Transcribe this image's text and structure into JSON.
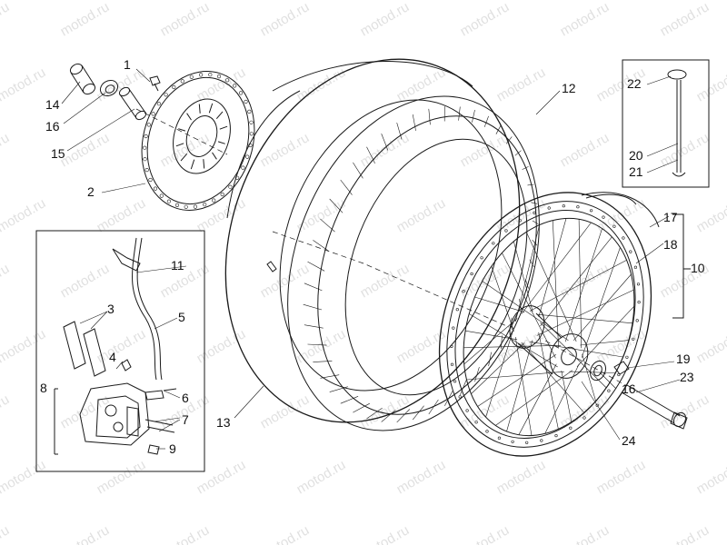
{
  "watermark": "motod.ru",
  "callouts": [
    {
      "id": "c1",
      "text": "1"
    },
    {
      "id": "c2",
      "text": "2"
    },
    {
      "id": "c3",
      "text": "3"
    },
    {
      "id": "c4",
      "text": "4"
    },
    {
      "id": "c5",
      "text": "5"
    },
    {
      "id": "c6",
      "text": "6"
    },
    {
      "id": "c7",
      "text": "7"
    },
    {
      "id": "c8",
      "text": "8"
    },
    {
      "id": "c9",
      "text": "9"
    },
    {
      "id": "c10",
      "text": "10"
    },
    {
      "id": "c11",
      "text": "11"
    },
    {
      "id": "c12",
      "text": "12"
    },
    {
      "id": "c13",
      "text": "13"
    },
    {
      "id": "c14",
      "text": "14"
    },
    {
      "id": "c15",
      "text": "15"
    },
    {
      "id": "c16a",
      "text": "16"
    },
    {
      "id": "c16b",
      "text": "16"
    },
    {
      "id": "c17",
      "text": "17"
    },
    {
      "id": "c18",
      "text": "18"
    },
    {
      "id": "c19",
      "text": "19"
    },
    {
      "id": "c20",
      "text": "20"
    },
    {
      "id": "c21",
      "text": "21"
    },
    {
      "id": "c22",
      "text": "22"
    },
    {
      "id": "c23",
      "text": "23"
    },
    {
      "id": "c24",
      "text": "24"
    }
  ]
}
